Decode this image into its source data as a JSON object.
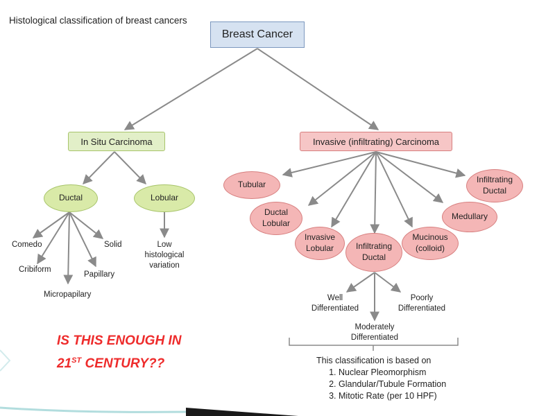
{
  "caption": "Histological classification of breast cancers",
  "root": "Breast Cancer",
  "in_situ": {
    "label": "In Situ Carcinoma",
    "ductal": "Ductal",
    "lobular": "Lobular",
    "ductal_subtypes": {
      "comedo": "Comedo",
      "solid": "Solid",
      "cribiform": "Cribiform",
      "papillary": "Papillary",
      "micropapilary": "Micropapilary"
    },
    "lobular_note": "Low\nhistological\nvariation"
  },
  "invasive": {
    "label": "Invasive (infiltrating) Carcinoma",
    "tubular": "Tubular",
    "ductal_lobular": "Ductal\nLobular",
    "invasive_lobular": "Invasive\nLobular",
    "infiltrating_ductal": "Infiltrating\nDuctal",
    "mucinous": "Mucinous\n(colloid)",
    "medullary": "Medullary",
    "infiltrating_ductal_right": "Infiltrating\nDuctal",
    "grades": {
      "well": "Well\nDifferentiated",
      "moderately": "Moderately\nDifferentiated",
      "poorly": "Poorly\nDifferentiated"
    }
  },
  "question": {
    "line1": "IS THIS ENOUGH IN",
    "line2_prefix": "21",
    "line2_sup": "ST",
    "line2_suffix": " CENTURY??"
  },
  "basis": {
    "intro": "This classification is based on",
    "items": [
      "Nuclear Pleomorphism",
      "Glandular/Tubule Formation",
      "Mitotic Rate (per 10 HPF)"
    ]
  },
  "colors": {
    "root_fill": "#d6e2f1",
    "in_situ_fill": "#e2efc8",
    "invasive_fill": "#f6c6c6",
    "question_text": "#ee2b2b",
    "connector": "#8a8a8a"
  }
}
